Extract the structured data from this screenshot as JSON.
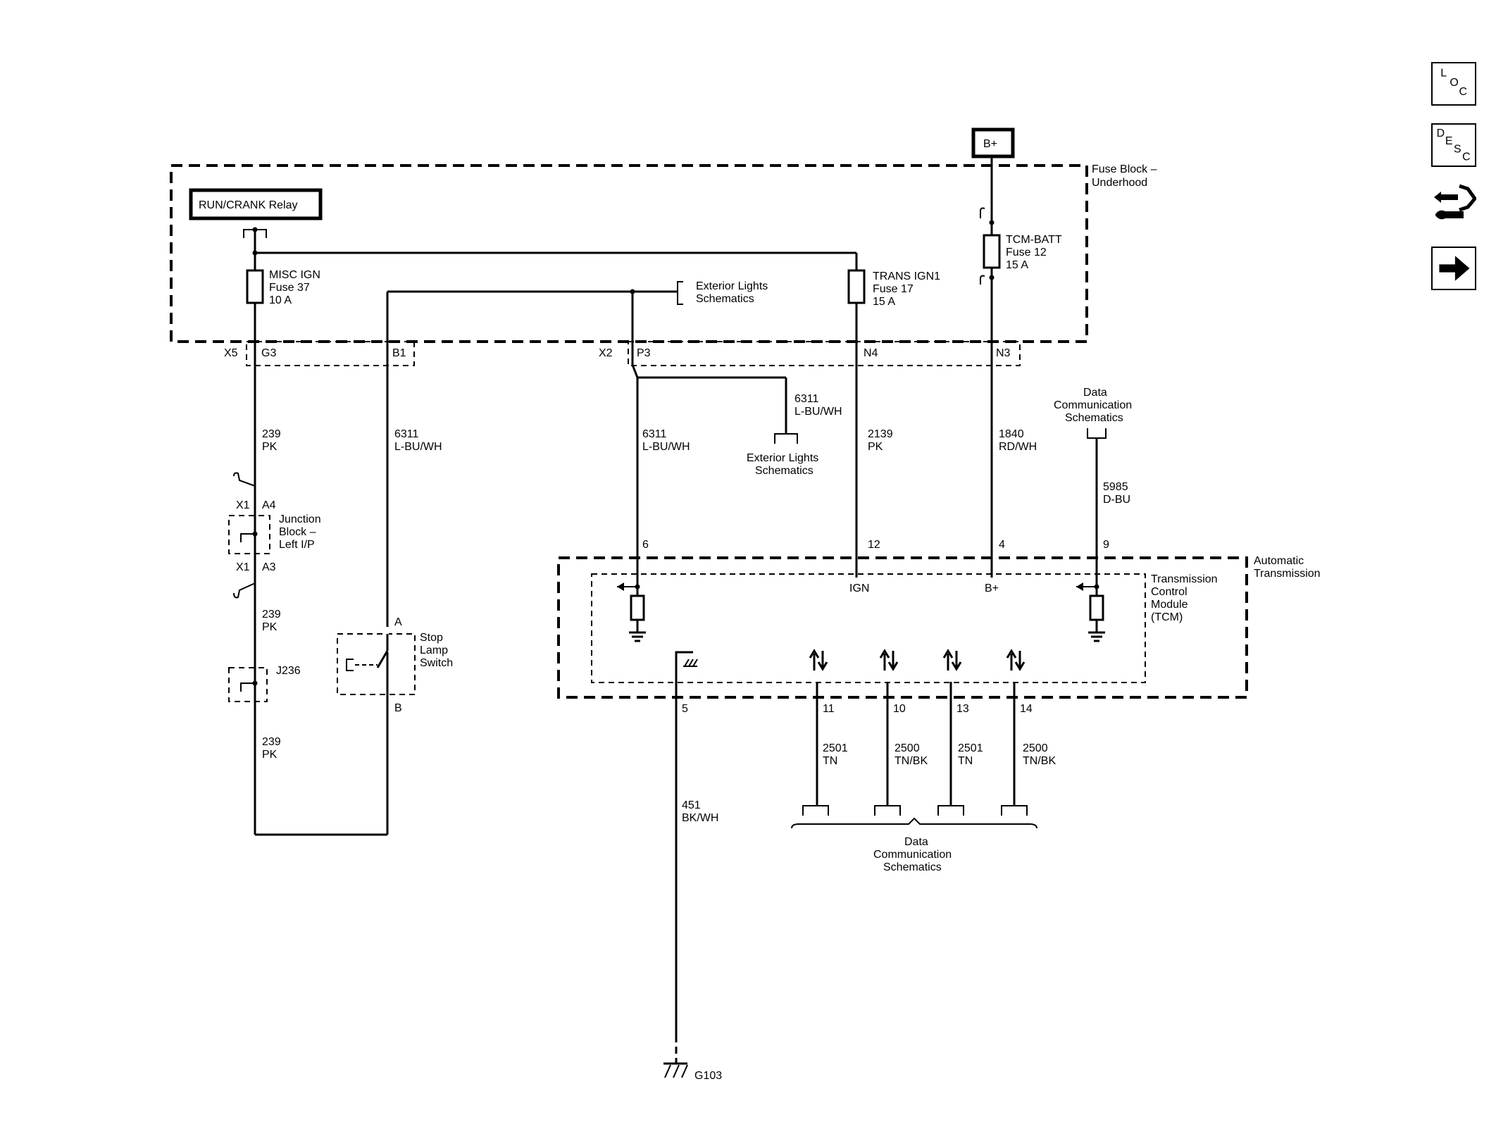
{
  "side_buttons": {
    "loc": [
      "L",
      "O",
      "C"
    ],
    "desc": [
      "D",
      "E",
      "S",
      "C"
    ]
  },
  "components": {
    "b_plus_top": "B+",
    "run_crank_relay": "RUN/CRANK Relay",
    "fuse_block": [
      "Fuse Block –",
      "Underhood"
    ],
    "misc_ign": [
      "MISC IGN",
      "Fuse 37",
      "10 A"
    ],
    "trans_ign1": [
      "TRANS IGN1",
      "Fuse 17",
      "15 A"
    ],
    "tcm_batt": [
      "TCM-BATT",
      "Fuse 12",
      "15 A"
    ],
    "ext_lights_top": [
      "Exterior Lights",
      "Schematics"
    ],
    "ext_lights_mid": [
      "Exterior Lights",
      "Schematics"
    ],
    "data_comm_top": [
      "Data",
      "Communication",
      "Schematics"
    ],
    "data_comm_bottom": [
      "Data",
      "Communication",
      "Schematics"
    ],
    "junction_block": [
      "Junction",
      "Block –",
      "Left I/P"
    ],
    "stop_lamp_switch": [
      "Stop",
      "Lamp",
      "Switch"
    ],
    "j236": "J236",
    "tcm": [
      "Transmission",
      "Control",
      "Module",
      "(TCM)"
    ],
    "auto_trans": [
      "Automatic",
      "Transmission"
    ],
    "ign": "IGN",
    "b_plus_tcm": "B+",
    "ground": "G103"
  },
  "connectors": {
    "x5": "X5",
    "g3": "G3",
    "b1": "B1",
    "x2": "X2",
    "p3": "P3",
    "n4": "N4",
    "n3": "N3",
    "x1_a4_conn": "X1",
    "a4": "A4",
    "x1_a3_conn": "X1",
    "a3": "A3",
    "switch_a": "A",
    "switch_b": "B",
    "tcm_6": "6",
    "tcm_12": "12",
    "tcm_4": "4",
    "tcm_9": "9",
    "tcm_5": "5",
    "tcm_11": "11",
    "tcm_10": "10",
    "tcm_13": "13",
    "tcm_14": "14"
  },
  "wires": {
    "w239_1": [
      "239",
      "PK"
    ],
    "w239_2": [
      "239",
      "PK"
    ],
    "w239_3": [
      "239",
      "PK"
    ],
    "w6311_b1": [
      "6311",
      "L-BU/WH"
    ],
    "w6311_p3": [
      "6311",
      "L-BU/WH"
    ],
    "w6311_ext": [
      "6311",
      "L-BU/WH"
    ],
    "w2139": [
      "2139",
      "PK"
    ],
    "w1840": [
      "1840",
      "RD/WH"
    ],
    "w5985": [
      "5985",
      "D-BU"
    ],
    "w451": [
      "451",
      "BK/WH"
    ],
    "w2501_11": [
      "2501",
      "TN"
    ],
    "w2500_10": [
      "2500",
      "TN/BK"
    ],
    "w2501_13": [
      "2501",
      "TN"
    ],
    "w2500_14": [
      "2500",
      "TN/BK"
    ]
  }
}
